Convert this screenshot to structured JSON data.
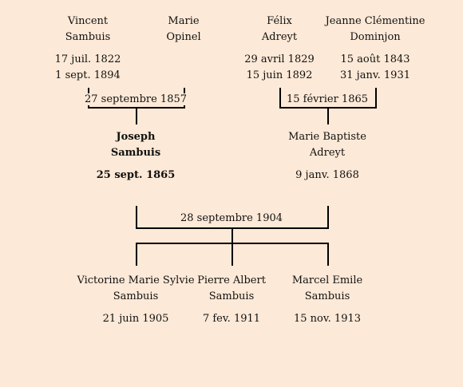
{
  "grandparents": {
    "vincent": {
      "first": "Vincent",
      "last": "Sambuis",
      "born": "17 juil. 1822",
      "died": "1 sept. 1894"
    },
    "marie": {
      "first": "Marie",
      "last": "Opinel"
    },
    "felix": {
      "first": "Félix",
      "last": "Adreyt",
      "born": "29 avril 1829",
      "died": "15 juin 1892"
    },
    "jeanne": {
      "first": "Jeanne Clémentine",
      "last": "Dominjon",
      "born": "15 août 1843",
      "died": "31 janv. 1931"
    }
  },
  "marriages": {
    "left": "27 septembre 1857",
    "right": "15 février 1865",
    "center": "28 septembre 1904"
  },
  "parents": {
    "joseph": {
      "first": "Joseph",
      "last": "Sambuis",
      "born": "25 sept. 1865"
    },
    "mariebaptiste": {
      "first": "Marie Baptiste",
      "last": "Adreyt",
      "born": "9 janv. 1868"
    }
  },
  "children": {
    "victorine": {
      "first": "Victorine Marie Sylvie",
      "last": "Sambuis",
      "born": "21 juin 1905"
    },
    "pierre": {
      "first": "Pierre Albert",
      "last": "Sambuis",
      "born": "7 fev. 1911"
    },
    "marcel": {
      "first": "Marcel Emile",
      "last": "Sambuis",
      "born": "15 nov. 1913"
    }
  }
}
